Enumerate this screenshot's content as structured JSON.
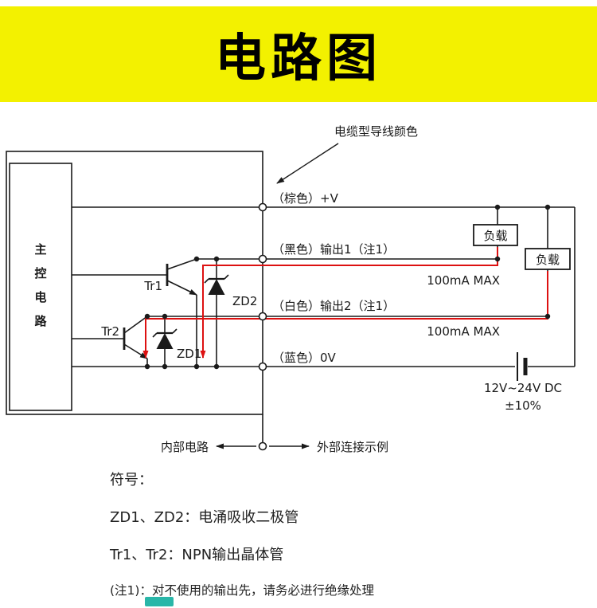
{
  "colors": {
    "banner_yellow": "#f3f100",
    "trace_red": "#dd1111",
    "wire_black": "#1a1a1a",
    "teal_accent": "#29b6a8"
  },
  "header": {
    "title": "电路图"
  },
  "diagram": {
    "cable_note": "电缆型导线颜色",
    "main_box_chars": [
      "主",
      "控",
      "电",
      "路"
    ],
    "labels": {
      "v_plus": "（棕色）+V",
      "output1": "（黑色）输出1（注1）",
      "output2": "（白色）输出2（注1）",
      "zero_v": "（蓝色）0V",
      "load1": "负载",
      "load2": "负载",
      "max1": "100mA MAX",
      "max2": "100mA MAX",
      "supply_voltage": "12V~24V DC",
      "supply_tolerance": "±10%",
      "tr1": "Tr1",
      "tr2": "Tr2",
      "zd1": "ZD1",
      "zd2": "ZD2",
      "internal": "内部电路",
      "external": "外部连接示例"
    }
  },
  "notes": {
    "heading": "符号：",
    "line1": "ZD1、ZD2：电涌吸收二极管",
    "line2": "Tr1、Tr2：NPN输出晶体管",
    "line3": "(注1)：对不使用的输出先，请务必进行绝缘处理"
  }
}
